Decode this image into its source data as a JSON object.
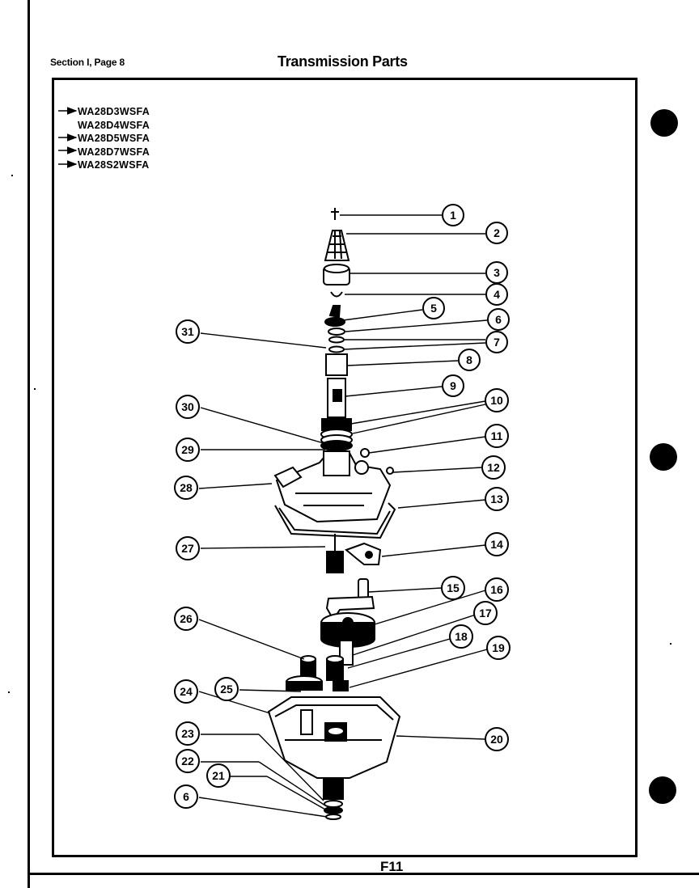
{
  "header": {
    "section": "Section I, Page 8",
    "title": "Transmission Parts"
  },
  "models": [
    {
      "code": "WA28D3WSFA",
      "arrow": true
    },
    {
      "code": "WA28D4WSFA",
      "arrow": false
    },
    {
      "code": "WA28D5WSFA",
      "arrow": true
    },
    {
      "code": "WA28D7WSFA",
      "arrow": true
    },
    {
      "code": "WA28S2WSFA",
      "arrow": true
    }
  ],
  "callouts": [
    "1",
    "2",
    "3",
    "4",
    "5",
    "6",
    "7",
    "8",
    "9",
    "10",
    "11",
    "12",
    "13",
    "14",
    "15",
    "16",
    "17",
    "18",
    "19",
    "20",
    "31",
    "30",
    "29",
    "28",
    "27",
    "26",
    "25",
    "24",
    "23",
    "22",
    "21",
    "6"
  ],
  "footer": {
    "code": "F11"
  }
}
